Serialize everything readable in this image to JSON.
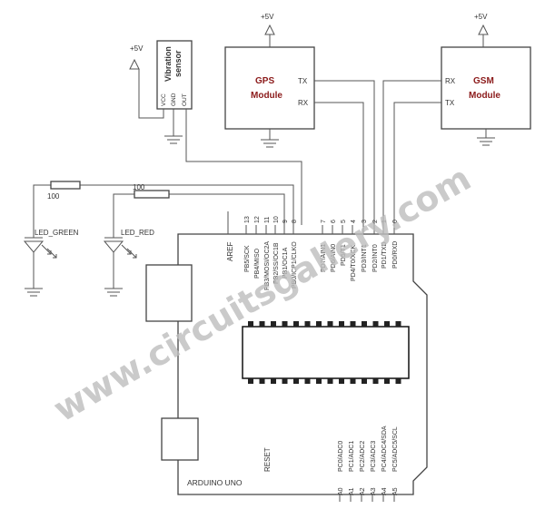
{
  "supply_label": "+5V",
  "vibration_sensor": {
    "title_line1": "Vibration",
    "title_line2": "sensor",
    "pins": [
      "VCC",
      "GND",
      "OUT"
    ]
  },
  "gps": {
    "title_line1": "GPS",
    "title_line2": "Module",
    "pin_tx": "TX",
    "pin_rx": "RX"
  },
  "gsm": {
    "title_line1": "GSM",
    "title_line2": "Module",
    "pin_rx": "RX",
    "pin_tx": "TX"
  },
  "resistors": [
    "100",
    "100"
  ],
  "leds": [
    "LED_GREEN",
    "LED_RED"
  ],
  "arduino": {
    "name": "ARDUINO UNO",
    "aref": "AREF",
    "reset": "RESET",
    "upper_pin_numbers": [
      "13",
      "12",
      "11",
      "10",
      "9",
      "8",
      "7",
      "6",
      "5",
      "4",
      "3",
      "2",
      "1",
      "0"
    ],
    "upper_pin_names": [
      "PB5/SCK",
      "PB4/MISO",
      "PB3/MOSI/OC2A",
      "PB2/SS/OC1B",
      "PB1/OC1A",
      "PB0/ICP1/CLKO",
      "PD7/AIN1",
      "PD6/AIN0",
      "PD5/T1",
      "PD4/T0/XCK",
      "PD3/INT1",
      "PD2/INT0",
      "PD1/TXD",
      "PD0/RXD"
    ],
    "analog_pin_names": [
      "PC0/ADC0",
      "PC1/ADC1",
      "PC2/ADC2",
      "PC3/ADC3",
      "PC4/ADC4/SDA",
      "PC5/ADC5/SCL"
    ],
    "analog_pin_numbers": [
      "A0",
      "A1",
      "A2",
      "A3",
      "A4",
      "A5"
    ]
  },
  "watermark": "www.circuitsgallery.com"
}
